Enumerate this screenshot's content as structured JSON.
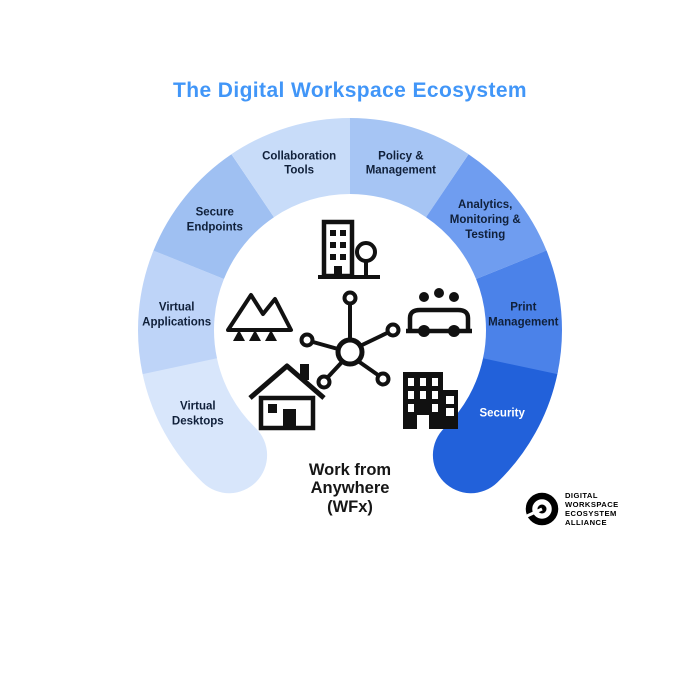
{
  "title": "The Digital Workspace Ecosystem",
  "title_color": "#4196f8",
  "ring": {
    "segments": [
      {
        "id": "virtual-desktops",
        "label": "Virtual\nDesktops",
        "color": "#d8e6fb",
        "text_color": "#10203a"
      },
      {
        "id": "virtual-applications",
        "label": "Virtual\nApplications",
        "color": "#bed4f8",
        "text_color": "#10203a"
      },
      {
        "id": "secure-endpoints",
        "label": "Secure\nEndpoints",
        "color": "#9fc0f2",
        "text_color": "#10203a"
      },
      {
        "id": "collaboration-tools",
        "label": "Collaboration\nTools",
        "color": "#c8dcf9",
        "text_color": "#10203a"
      },
      {
        "id": "policy-management",
        "label": "Policy &\nManagement",
        "color": "#a6c5f4",
        "text_color": "#10203a"
      },
      {
        "id": "analytics-monitoring-testing",
        "label": "Analytics,\nMonitoring &\nTesting",
        "color": "#6f9df0",
        "text_color": "#10203a"
      },
      {
        "id": "print-management",
        "label": "Print\nManagement",
        "color": "#4b82e9",
        "text_color": "#10203a"
      },
      {
        "id": "security",
        "label": "Security",
        "color": "#2261da",
        "text_color": "#ffffff"
      }
    ]
  },
  "center": {
    "caption": "Work from\nAnywhere\n(WFx)",
    "icons": [
      "office-buildings-icon",
      "mountains-trees-icon",
      "carpool-icon",
      "network-hub-icon",
      "house-icon",
      "office-building-icon"
    ]
  },
  "logo": {
    "text": "DIGITAL\nWORKSPACE\nECOSYSTEM\nALLIANCE"
  }
}
